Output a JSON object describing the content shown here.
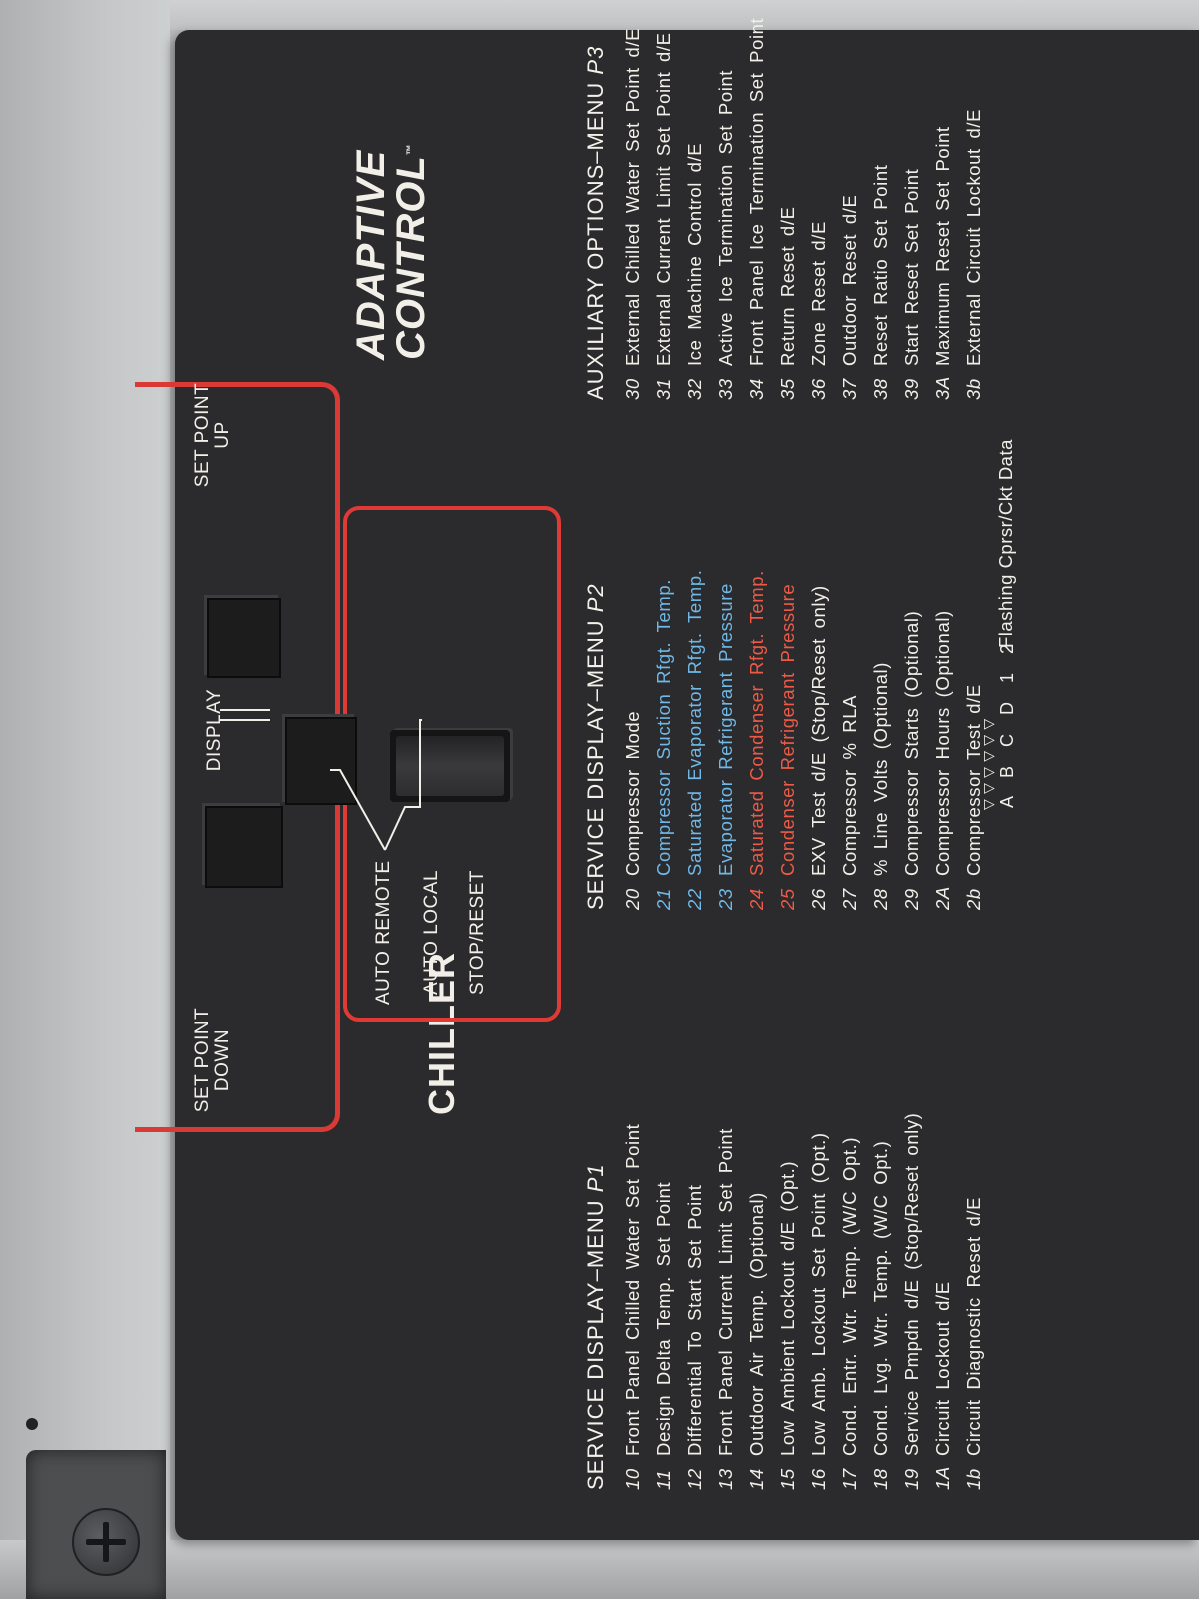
{
  "brand": {
    "line1": "ADAPTIVE",
    "line2": "CONTROL",
    "tm": "™"
  },
  "chiller": {
    "title": "CHILLER",
    "modes": [
      "AUTO REMOTE",
      "AUTO LOCAL",
      "STOP/RESET"
    ]
  },
  "keypad": {
    "set_point_down": [
      "SET POINT",
      "DOWN"
    ],
    "display": "DISPLAY",
    "set_point_up": [
      "SET POINT",
      "UP"
    ]
  },
  "menu_p1": {
    "title": "SERVICE DISPLAY–MENU",
    "suffix": "P1",
    "items": [
      {
        "code": "10",
        "label": "Front Panel Chilled Water Set Point",
        "color": "#f1efe8"
      },
      {
        "code": "11",
        "label": "Design Delta Temp. Set Point",
        "color": "#f1efe8"
      },
      {
        "code": "12",
        "label": "Differential To Start Set Point",
        "color": "#f1efe8"
      },
      {
        "code": "13",
        "label": "Front Panel Current Limit Set Point",
        "color": "#f1efe8"
      },
      {
        "code": "14",
        "label": "Outdoor Air Temp. (Optional)",
        "color": "#f1efe8"
      },
      {
        "code": "15",
        "label": "Low Ambient Lockout d/E (Opt.)",
        "color": "#f1efe8"
      },
      {
        "code": "16",
        "label": "Low Amb. Lockout Set Point (Opt.)",
        "color": "#f1efe8"
      },
      {
        "code": "17",
        "label": "Cond. Entr. Wtr. Temp. (W/C Opt.)",
        "color": "#f1efe8"
      },
      {
        "code": "18",
        "label": "Cond. Lvg. Wtr. Temp. (W/C Opt.)",
        "color": "#f1efe8"
      },
      {
        "code": "19",
        "label": "Service Pmpdn d/E (Stop/Reset only)",
        "color": "#f1efe8"
      },
      {
        "code": "1A",
        "label": "Circuit Lockout d/E",
        "color": "#f1efe8"
      },
      {
        "code": "1b",
        "label": "Circuit Diagnostic Reset d/E",
        "color": "#f1efe8"
      }
    ]
  },
  "menu_p2": {
    "title": "SERVICE DISPLAY–MENU",
    "suffix": "P2",
    "items": [
      {
        "code": "20",
        "label": "Compressor Mode",
        "color": "#f1efe8"
      },
      {
        "code": "21",
        "label": "Compressor Suction Rfgt. Temp.",
        "color": "#6fb8e8"
      },
      {
        "code": "22",
        "label": "Saturated Evaporator Rfgt. Temp.",
        "color": "#6fb8e8"
      },
      {
        "code": "23",
        "label": "Evaporator Refrigerant Pressure",
        "color": "#6fb8e8"
      },
      {
        "code": "24",
        "label": "Saturated Condenser Rfgt. Temp.",
        "color": "#ef5a47"
      },
      {
        "code": "25",
        "label": "Condenser Refrigerant Pressure",
        "color": "#ef5a47"
      },
      {
        "code": "26",
        "label": "EXV Test d/E (Stop/Reset only)",
        "color": "#f1efe8"
      },
      {
        "code": "27",
        "label": "Compressor % RLA",
        "color": "#f1efe8"
      },
      {
        "code": "28",
        "label": "% Line Volts (Optional)",
        "color": "#f1efe8"
      },
      {
        "code": "29",
        "label": "Compressor Starts (Optional)",
        "color": "#f1efe8"
      },
      {
        "code": "2A",
        "label": "Compressor Hours (Optional)",
        "color": "#f1efe8"
      },
      {
        "code": "2b",
        "label": "Compressor Test d/E",
        "color": "#f1efe8"
      }
    ],
    "legend": {
      "arrows": "▽▽▽▽▽▽",
      "letters": "A B C D 1 2",
      "text": "Flashing Cprsr/Ckt Data"
    }
  },
  "menu_p3": {
    "title": "AUXILIARY OPTIONS–MENU",
    "suffix": "P3",
    "items": [
      {
        "code": "30",
        "label": "External Chilled Water Set Point d/E",
        "color": "#f1efe8"
      },
      {
        "code": "31",
        "label": "External Current Limit Set Point d/E",
        "color": "#f1efe8"
      },
      {
        "code": "32",
        "label": "Ice Machine Control d/E",
        "color": "#f1efe8"
      },
      {
        "code": "33",
        "label": "Active Ice Termination Set Point",
        "color": "#f1efe8"
      },
      {
        "code": "34",
        "label": "Front Panel Ice Termination Set Point",
        "color": "#f1efe8"
      },
      {
        "code": "35",
        "label": "Return Reset d/E",
        "color": "#f1efe8"
      },
      {
        "code": "36",
        "label": "Zone Reset d/E",
        "color": "#f1efe8"
      },
      {
        "code": "37",
        "label": "Outdoor Reset d/E",
        "color": "#f1efe8"
      },
      {
        "code": "38",
        "label": "Reset Ratio Set Point",
        "color": "#f1efe8"
      },
      {
        "code": "39",
        "label": "Start Reset Set Point",
        "color": "#f1efe8"
      },
      {
        "code": "3A",
        "label": "Maximum Reset Set Point",
        "color": "#f1efe8"
      },
      {
        "code": "3b",
        "label": "External Circuit Lockout d/E",
        "color": "#f1efe8"
      }
    ]
  },
  "colors": {
    "panel": "#2b2b2d",
    "accent_red": "#e03a35",
    "text": "#f1efe8",
    "blue_text": "#6fb8e8",
    "red_text": "#ef5a47"
  }
}
